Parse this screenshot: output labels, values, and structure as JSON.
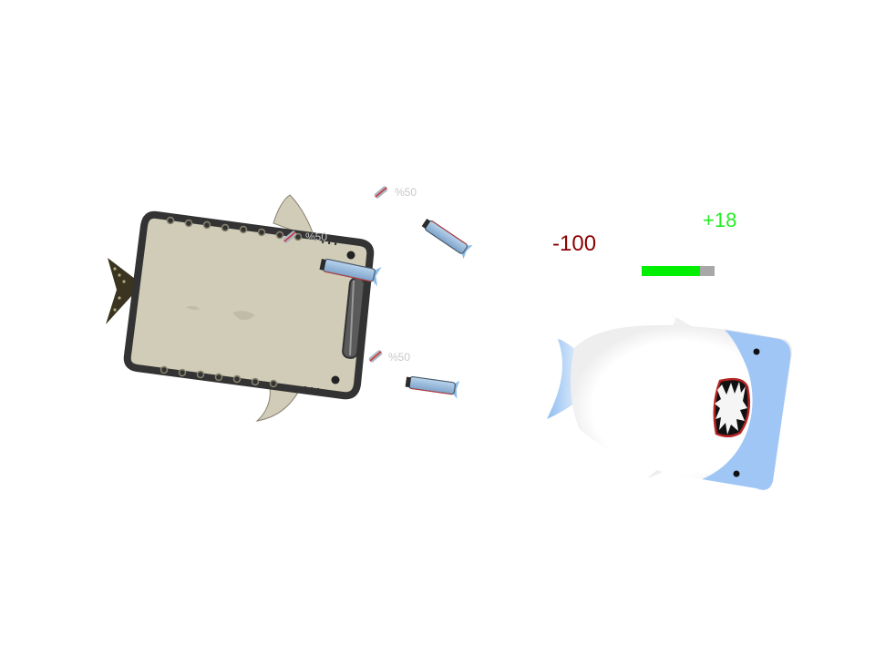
{
  "floating_text": {
    "damage": "-100",
    "heal": "+18"
  },
  "enemy": {
    "health_fraction": 0.8,
    "colors": {
      "body": "#ffffff",
      "fin": "#9fc6f5",
      "mouth": "#b42323"
    }
  },
  "player": {
    "colors": {
      "body": "#d0ccb8",
      "outline": "#333333",
      "tail": "#3a3420"
    }
  },
  "pickups": [
    {
      "label": "%50"
    },
    {
      "label": "%50"
    },
    {
      "label": "%50"
    }
  ],
  "colors": {
    "damage_text": "#8b0000",
    "heal_text": "#22ee22",
    "health_fill": "#00ee00",
    "health_empty": "#a8a8a8"
  }
}
